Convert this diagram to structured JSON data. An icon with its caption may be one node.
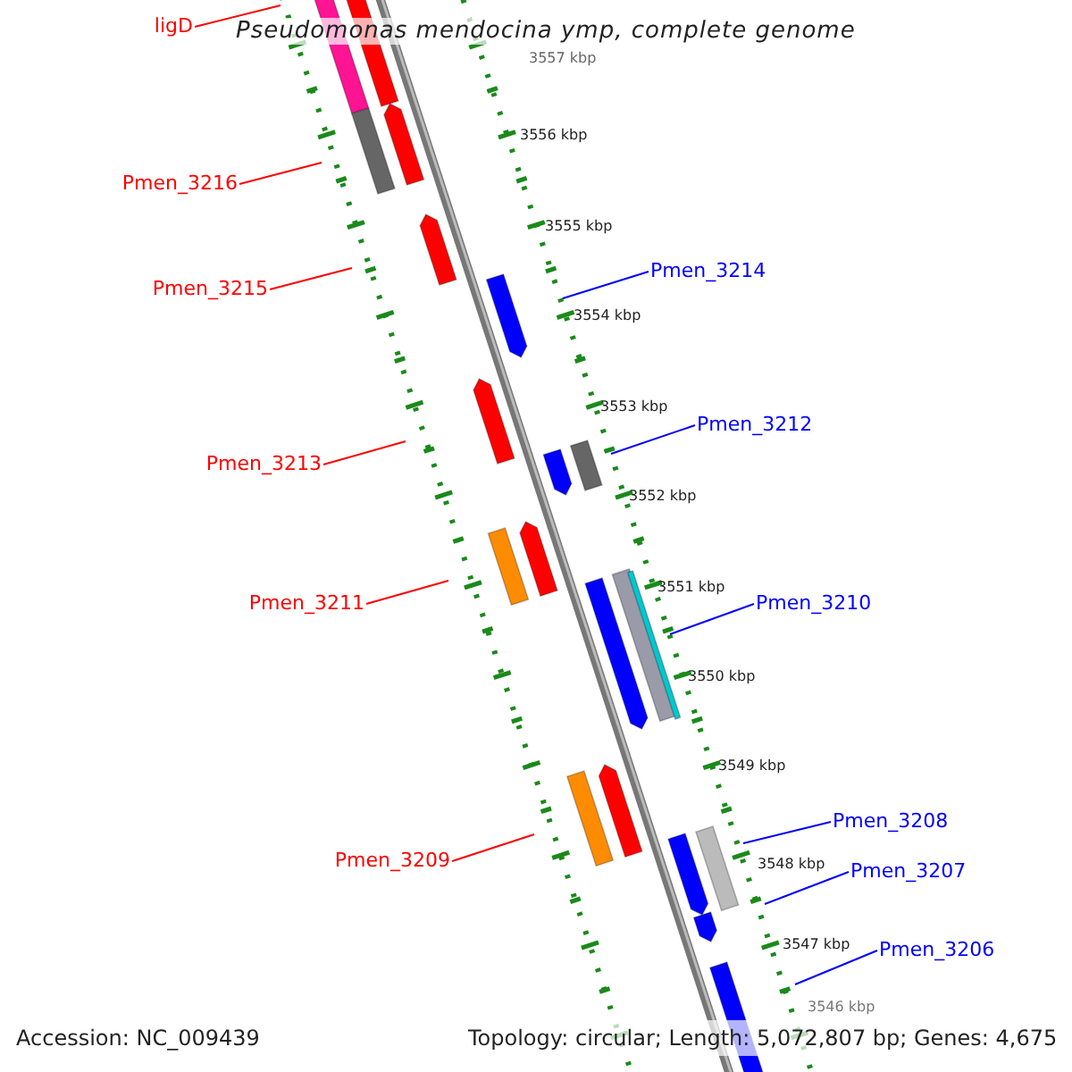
{
  "diagram": {
    "title": "Pseudomonas mendocina ymp, complete genome",
    "nodes": [
      {
        "text": [
          "ligD"
        ]
      },
      {
        "text": [
          "Pmen_3216"
        ]
      },
      {
        "text": [
          "Pmen_3214"
        ]
      },
      {
        "text": [
          "Pmen_3215"
        ]
      },
      {
        "text": [
          "Pmen_3212"
        ]
      },
      {
        "text": [
          "Pmen_3213"
        ]
      },
      {
        "text": [
          "Pmen_3210"
        ]
      },
      {
        "text": [
          "Pmen_3211"
        ]
      },
      {
        "text": [
          "Pmen_3208"
        ]
      },
      {
        "text": [
          "Pmen_3209"
        ]
      },
      {
        "text": [
          "Pmen_3207"
        ]
      },
      {
        "text": [
          "Pmen_3206"
        ]
      }
    ],
    "edges": [
      {
        "from": 0,
        "to": null,
        "arrow": "none",
        "color": "#ff0000"
      },
      {
        "from": 1,
        "to": null,
        "arrow": "none",
        "color": "#ff0000"
      },
      {
        "from": 2,
        "to": null,
        "arrow": "none",
        "color": "#0000ff"
      },
      {
        "from": 3,
        "to": null,
        "arrow": "none",
        "color": "#ff0000"
      },
      {
        "from": 4,
        "to": null,
        "arrow": "none",
        "color": "#0000ff"
      },
      {
        "from": 5,
        "to": null,
        "arrow": "none",
        "color": "#ff0000"
      },
      {
        "from": 6,
        "to": null,
        "arrow": "none",
        "color": "#0000ff"
      },
      {
        "from": 7,
        "to": null,
        "arrow": "none",
        "color": "#ff0000"
      },
      {
        "from": 8,
        "to": null,
        "arrow": "none",
        "color": "#0000ff"
      },
      {
        "from": 9,
        "to": null,
        "arrow": "none",
        "color": "#ff0000"
      },
      {
        "from": 10,
        "to": null,
        "arrow": "none",
        "color": "#0000ff"
      },
      {
        "from": 11,
        "to": null,
        "arrow": "none",
        "color": "#0000ff"
      }
    ],
    "labels": [
      "3557 kbp",
      "3556 kbp",
      "3555 kbp",
      "3554 kbp",
      "3553 kbp",
      "3552 kbp",
      "3551 kbp",
      "3550 kbp",
      "3549 kbp",
      "3548 kbp",
      "3547 kbp",
      "3546 kbp",
      "Accession: NC_009439",
      "Topology: circular; Length: 5,072,807 bp; Genes: 4,675"
    ]
  }
}
